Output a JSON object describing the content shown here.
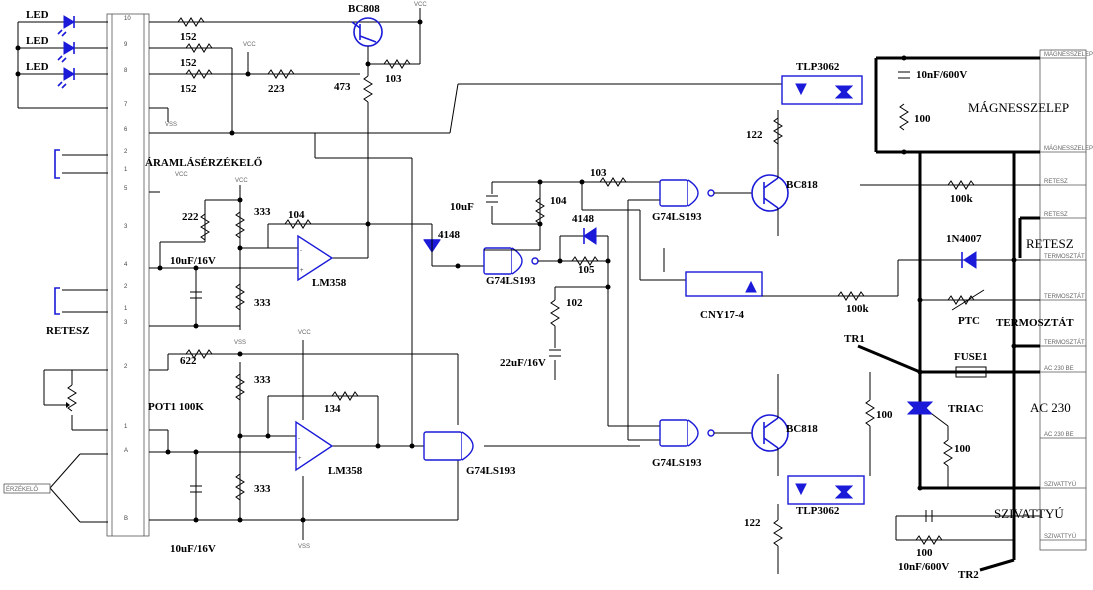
{
  "labels": {
    "led1": "LED",
    "led2": "LED",
    "led3": "LED",
    "r152a": "152",
    "r152b": "152",
    "r152c": "152",
    "bc808": "BC808",
    "r103top": "103",
    "r473": "473",
    "r223": "223",
    "aramlas": "ÁRAMLÁSÉRZÉKELŐ",
    "r222": "222",
    "r333a": "333",
    "r104": "104",
    "c10uf16a": "10uF/16V",
    "lm358a": "LM358",
    "r333b": "333",
    "retesz_left": "RETESZ",
    "r622": "622",
    "r333c": "333",
    "pot": "POT1 100K",
    "r134": "134",
    "lm358b": "LM358",
    "r333d": "333",
    "c10uf16b": "10uF/16V",
    "d4148a": "4148",
    "g74a": "G74LS193",
    "c10uf": "10uF",
    "r103mid": "103",
    "r104mid": "104",
    "d4148b": "4148",
    "r105": "105",
    "r102": "102",
    "c22uf": "22uF/16V",
    "g74b": "G74LS193",
    "g74c": "G74LS193",
    "g74d": "G74LS193",
    "tlp_top": "TLP3062",
    "r122a": "122",
    "bc818a": "BC818",
    "cny": "CNY17-4",
    "r100k_a": "100k",
    "r100k_b": "100k",
    "c10nf_top": "10nF/600V",
    "r100_top": "100",
    "magnes": "MÁGNESSZELEP",
    "d1n4007": "1N4007",
    "retesz_right": "RETESZ",
    "ptc": "PTC",
    "termosztat": "TERMOSZTÁT",
    "tr1": "TR1",
    "fuse": "FUSE1",
    "r100_left": "100",
    "triac": "TRIAC",
    "r100_right": "100",
    "ac230": "AC 230",
    "bc818b": "BC818",
    "tlp_bot": "TLP3062",
    "r122b": "122",
    "szivattyu": "SZIVATTYÚ",
    "r100_bot": "100",
    "c10nf_bot": "10nF/600V",
    "tr2": "TR2",
    "vcc": "VCC",
    "vss": "VSS",
    "conn_left_pins": [
      "10",
      "9",
      "8",
      "7",
      "6",
      "5",
      "1",
      "2",
      "4",
      "3",
      "1",
      "2",
      "3",
      "2",
      "1",
      "A",
      "B"
    ],
    "conn_right_pins": [
      "MÁGNESSZELEP",
      "MÁGNESSZELEP",
      "RETESZ",
      "RETESZ",
      "TERMOSZTÁT",
      "TERMOSZTÁT",
      "TERMOSZTÁT",
      "AC 230 BE",
      "AC 230 BE",
      "SZIVATTYÚ",
      "SZIVATTYÚ"
    ],
    "tank_label": "ÉRZÉKELŐ"
  }
}
